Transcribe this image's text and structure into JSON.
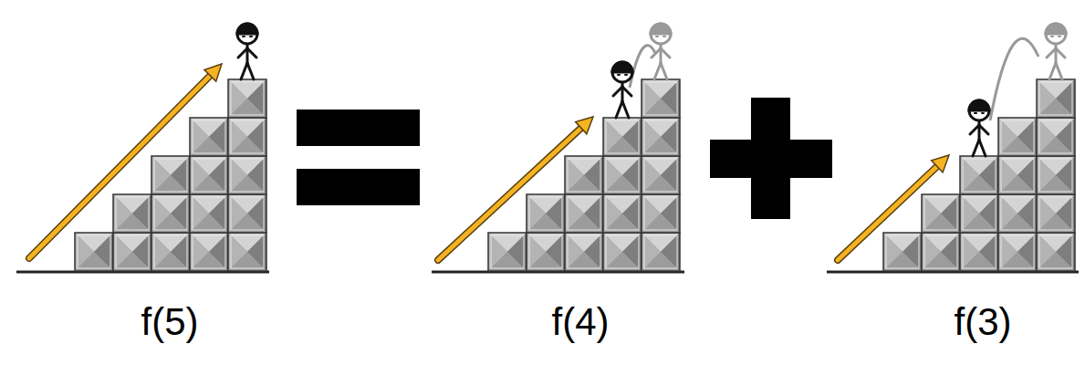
{
  "diagram": {
    "labels": [
      "f(5)",
      "f(4)",
      "f(3)"
    ]
  }
}
